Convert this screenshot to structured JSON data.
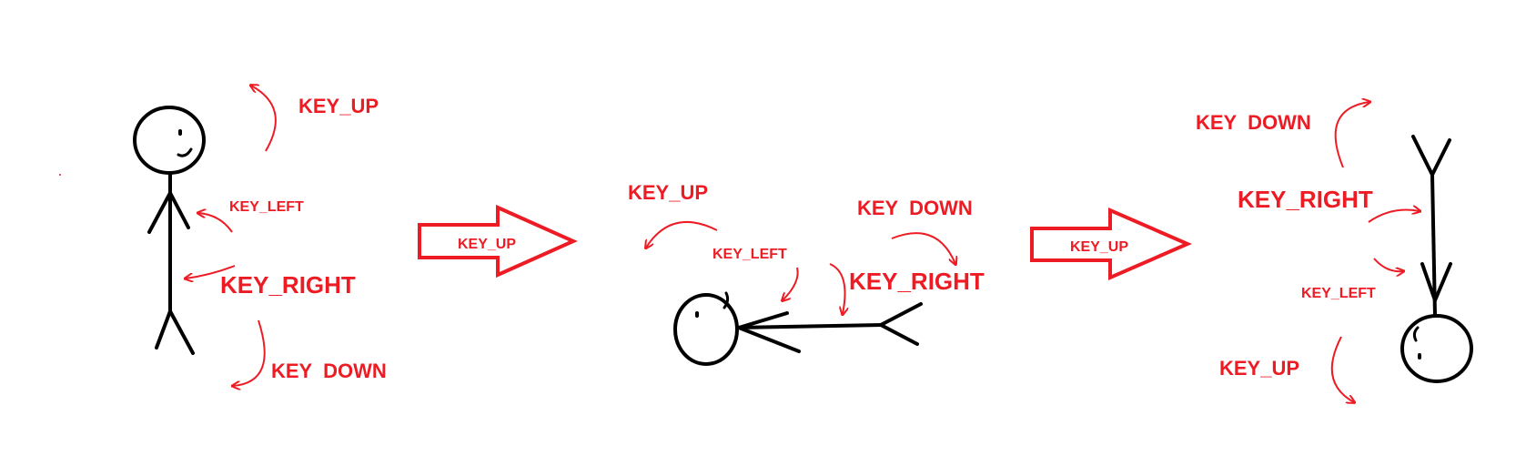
{
  "colors": {
    "label": "#ed1c24",
    "figure": "#000000",
    "background": "#ffffff"
  },
  "panel1": {
    "key_up": "KEY_UP",
    "key_left": "KEY_LEFT",
    "key_right": "KEY_RIGHT",
    "key_down": "KEY  DOWN"
  },
  "transition1": {
    "label": "KEY_UP"
  },
  "panel2": {
    "key_up": "KEY_UP",
    "key_left": "KEY_LEFT",
    "key_down": "KEY  DOWN",
    "key_right": "KEY_RIGHT"
  },
  "transition2": {
    "label": "KEY_UP"
  },
  "panel3": {
    "key_down": "KEY  DOWN",
    "key_right": "KEY_RIGHT",
    "key_left": "KEY_LEFT",
    "key_up": "KEY_UP"
  }
}
